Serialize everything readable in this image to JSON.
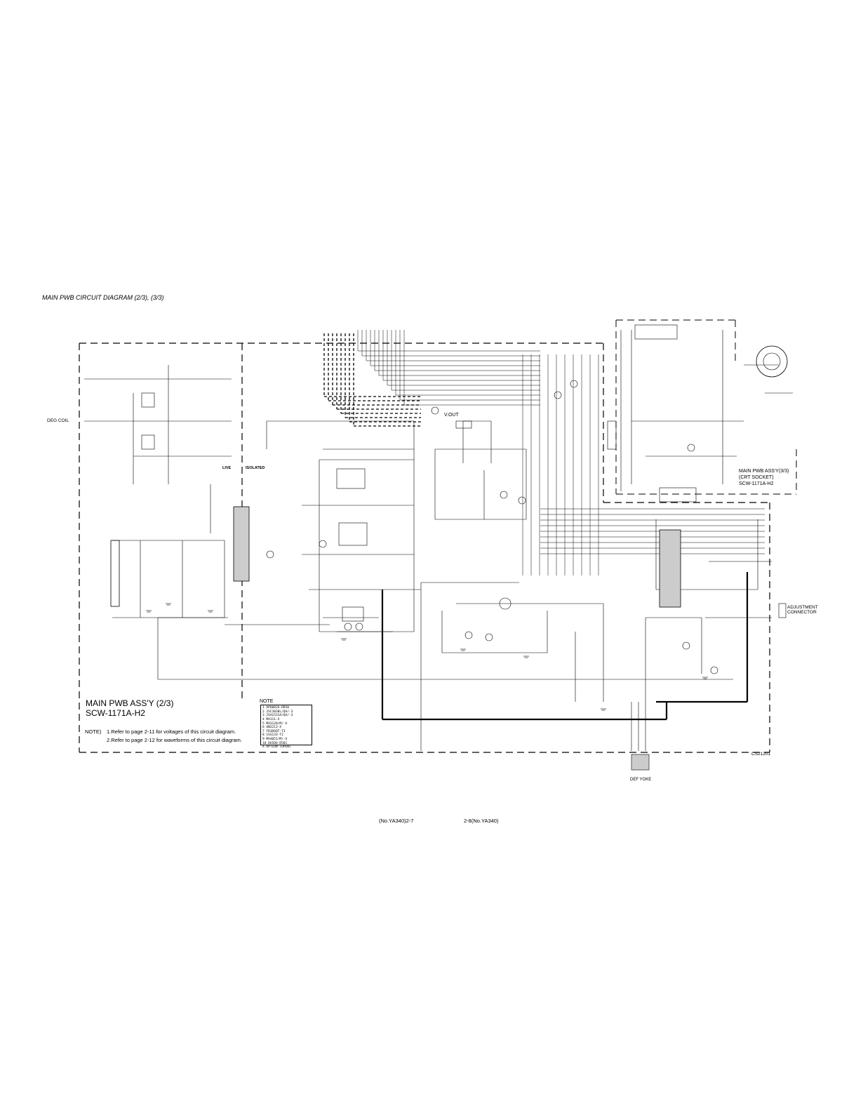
{
  "document": {
    "title": "MAIN PWB CIRCUIT DIAGRAM (2/3), (3/3)",
    "assembly_title": "MAIN PWB ASS'Y (2/3)",
    "assembly_code": "SCW-1171A-H2",
    "notes": {
      "label": "NOTE)",
      "items": [
        "1.Refer to page 2-11 for voltages of this circuit diagram.",
        "2.Refer to page 2-12 for waveforms of this circuit diagram."
      ]
    },
    "schematic_id": "CS21201",
    "page_left": "(No.YA340)2-7",
    "page_right": "2-8(No.YA340)"
  },
  "labels": {
    "crt_socket_lines": [
      "MAIN PWB ASS'Y(3/3)",
      "(CRT SOCKET)",
      "SCW-1171A-H2"
    ],
    "adjustment_connector_lines": [
      "ADJUSTMENT",
      "CONNECTOR"
    ],
    "deg_coil": "DEG COIL",
    "def_yoke": "DEF YOKE",
    "v_out": "V.OUT",
    "live": "LIVE",
    "isolated": "ISOLATED"
  },
  "note_box": {
    "header": "NOTE",
    "lines": [
      "1 AP6002U-DR50",
      "2 2SC3838L/QA/-3",
      "3 2SA1531A/QA/-3",
      "4 MA111-X",
      "5 MA3120/M/-X",
      "6 UN2213-X",
      "7 FR1D6QT-T3",
      "8 1SS133-T2",
      "9 MA4051/M/-X",
      "10 DU1D6-D501",
      "X OPTION (OPEN)"
    ]
  }
}
